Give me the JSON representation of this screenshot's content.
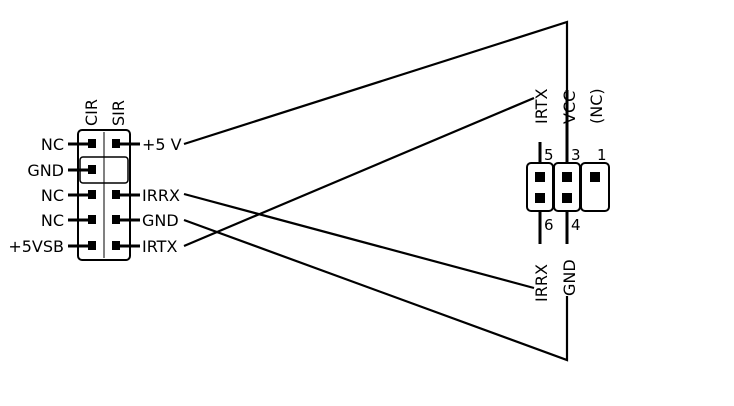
{
  "left_header": {
    "column_labels": [
      "CIR",
      "SIR"
    ],
    "left_pins": [
      "NC",
      "GND",
      "NC",
      "NC",
      "+5VSB"
    ],
    "right_pins": [
      "+5 V",
      "",
      "IRRX",
      "GND",
      "IRTX"
    ]
  },
  "right_header": {
    "top_labels": [
      "IRTX",
      "VCC",
      "(NC)"
    ],
    "top_numbers": [
      "5",
      "3",
      "1"
    ],
    "bottom_numbers": [
      "6",
      "4"
    ],
    "bottom_labels": [
      "IRRX",
      "GND"
    ]
  },
  "connections": [
    {
      "from": "+5 V",
      "to": "VCC"
    },
    {
      "from": "IRTX",
      "to": "IRTX"
    },
    {
      "from": "IRRX",
      "to": "IRRX"
    },
    {
      "from": "GND",
      "to": "GND"
    }
  ]
}
